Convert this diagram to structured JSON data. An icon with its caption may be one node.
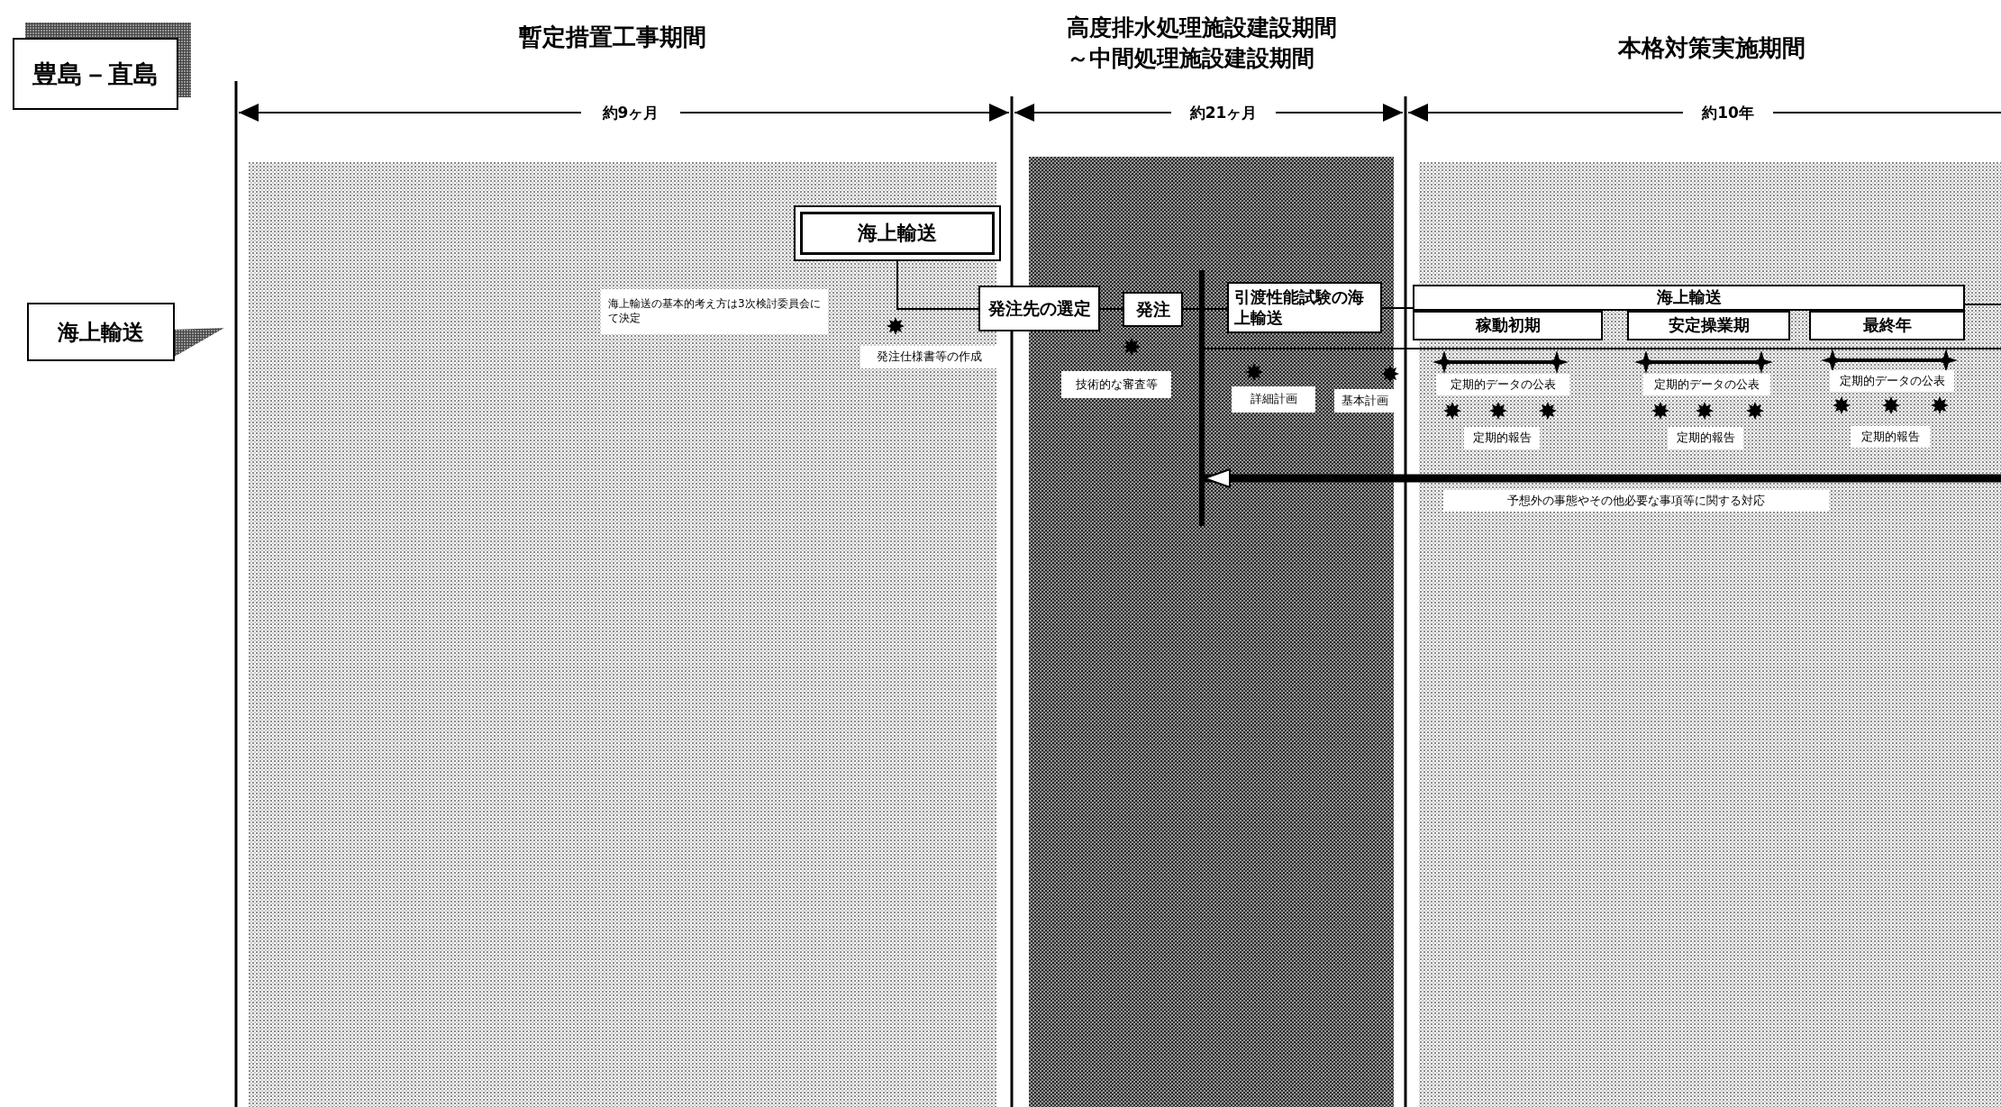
{
  "diagram": {
    "nodes": [
      {
        "text": [
          "豊島－直島"
        ]
      },
      {
        "text": [
          "海上輸送"
        ]
      },
      {
        "text": [
          "海上輸送"
        ]
      },
      {
        "text": [
          "発注先の選定"
        ]
      },
      {
        "text": [
          "発注"
        ]
      },
      {
        "text": [
          "引渡性能試験の海上輸送"
        ]
      },
      {
        "text": [],
        "shape": "bar"
      },
      {
        "text": [
          "海上輸送"
        ]
      },
      {
        "text": [
          "稼動初期"
        ]
      },
      {
        "text": [
          "安定操業期"
        ]
      },
      {
        "text": [
          "最終年"
        ]
      }
    ],
    "edges": [
      {
        "from": 2,
        "to": 3,
        "arrow": "none"
      },
      {
        "from": 3,
        "to": 4,
        "arrow": "none"
      },
      {
        "from": 4,
        "to": 5,
        "arrow": "none"
      },
      {
        "from": 5,
        "to": 7,
        "arrow": "none"
      },
      {
        "from": 7,
        "to": null,
        "arrow": "none"
      },
      {
        "from": 6,
        "to": null,
        "arrow": "none"
      },
      {
        "from": null,
        "to": 6,
        "arrow": "to",
        "style": "thick"
      }
    ],
    "labels": [
      "暫定措置工事期間",
      "高度排水処理施設建設期間～中間処理施設建設期間",
      "本格対策実施期間",
      "約9ヶ月",
      "約21ヶ月",
      "約10年",
      "海上輸送の基本的考え方は3次検討委員会にて決定",
      "発注仕様書等の作成",
      "技術的な審査等",
      "詳細計画",
      "基本計画",
      "定期的データの公表",
      "定期的報告",
      "定期的データの公表",
      "定期的報告",
      "定期的データの公表",
      "定期的報告",
      "予想外の事態やその他必要な事項等に関する対応"
    ]
  }
}
